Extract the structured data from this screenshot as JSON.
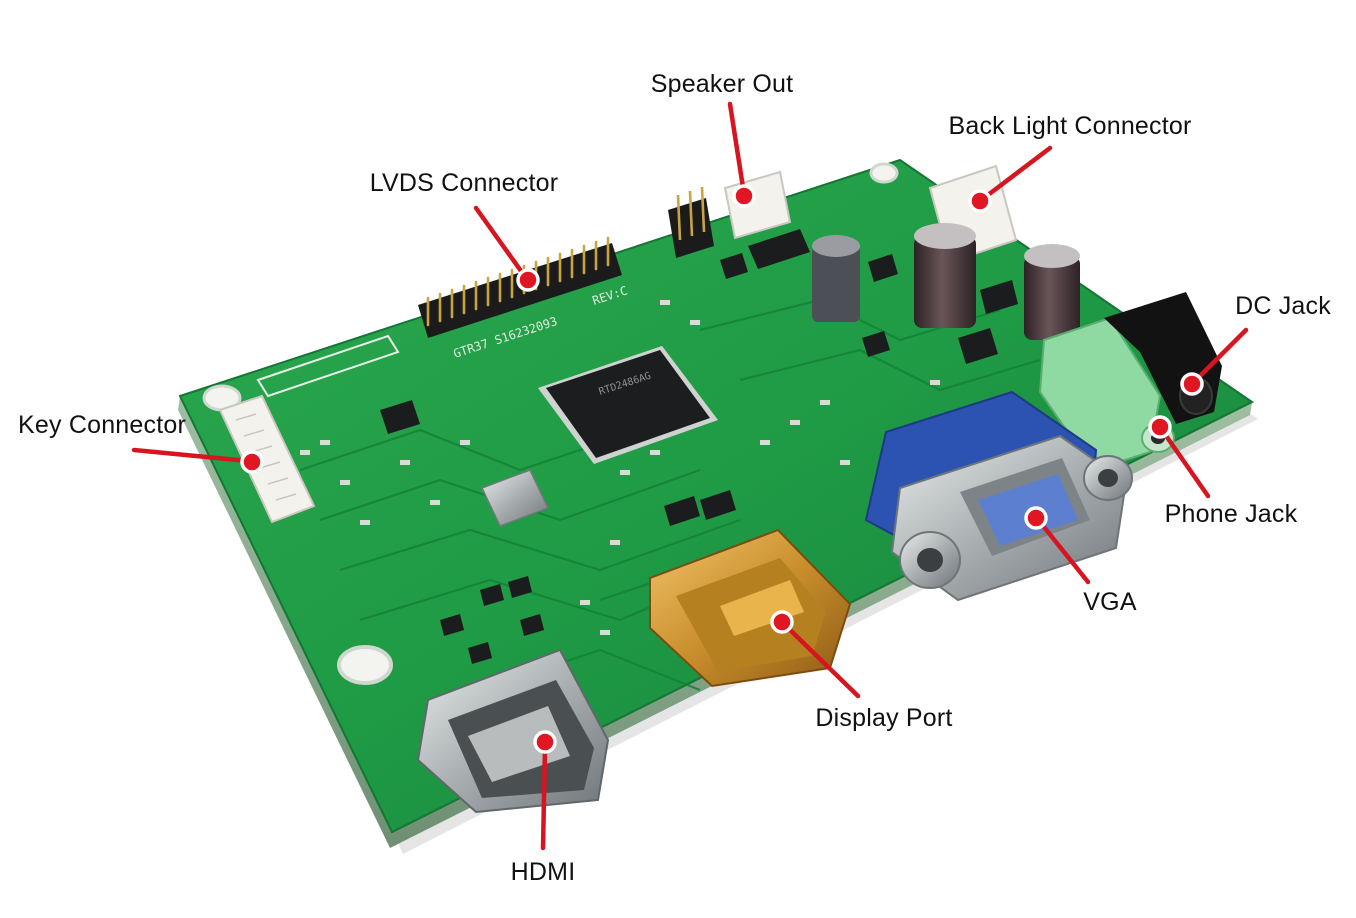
{
  "figure": {
    "accent_color": "#d7141f",
    "board_color": "#1f9a45",
    "labels": {
      "speaker_out": "Speaker Out",
      "back_light_connector": "Back Light Connector",
      "lvds_connector": "LVDS Connector",
      "dc_jack": "DC Jack",
      "key_connector": "Key Connector",
      "phone_jack": "Phone Jack",
      "vga": "VGA",
      "display_port": "Display Port",
      "hdmi": "HDMI"
    },
    "pcb_markings": {
      "board_code": "GTR37  S16232093",
      "revision": "REV:C",
      "chip_marking": "RTD2486AG"
    }
  }
}
